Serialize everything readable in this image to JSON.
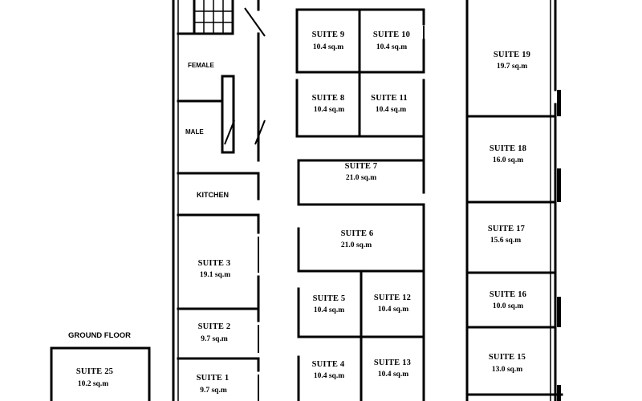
{
  "floor_label": "GROUND FLOOR",
  "rooms": {
    "female": "FEMALE",
    "male": "MALE",
    "kitchen": "KITCHEN"
  },
  "suites": {
    "s1": {
      "name": "SUITE 1",
      "area": "9.7 sq.m"
    },
    "s2": {
      "name": "SUITE 2",
      "area": "9.7 sq.m"
    },
    "s3": {
      "name": "SUITE 3",
      "area": "19.1 sq.m"
    },
    "s4": {
      "name": "SUITE 4",
      "area": "10.4 sq.m"
    },
    "s5": {
      "name": "SUITE 5",
      "area": "10.4 sq.m"
    },
    "s6": {
      "name": "SUITE 6",
      "area": "21.0 sq.m"
    },
    "s7": {
      "name": "SUITE 7",
      "area": "21.0 sq.m"
    },
    "s8": {
      "name": "SUITE 8",
      "area": "10.4 sq.m"
    },
    "s9": {
      "name": "SUITE 9",
      "area": "10.4 sq.m"
    },
    "s10": {
      "name": "SUITE 10",
      "area": "10.4 sq.m"
    },
    "s11": {
      "name": "SUITE 11",
      "area": "10.4 sq.m"
    },
    "s12": {
      "name": "SUITE 12",
      "area": "10.4 sq.m"
    },
    "s13": {
      "name": "SUITE 13",
      "area": "10.4 sq.m"
    },
    "s15": {
      "name": "SUITE 15",
      "area": "13.0 sq.m"
    },
    "s16": {
      "name": "SUITE 16",
      "area": "10.0 sq.m"
    },
    "s17": {
      "name": "SUITE 17",
      "area": "15.6 sq.m"
    },
    "s18": {
      "name": "SUITE 18",
      "area": "16.0 sq.m"
    },
    "s19": {
      "name": "SUITE 19",
      "area": "19.7 sq.m"
    },
    "s25": {
      "name": "SUITE 25",
      "area": "10.2 sq.m"
    }
  }
}
